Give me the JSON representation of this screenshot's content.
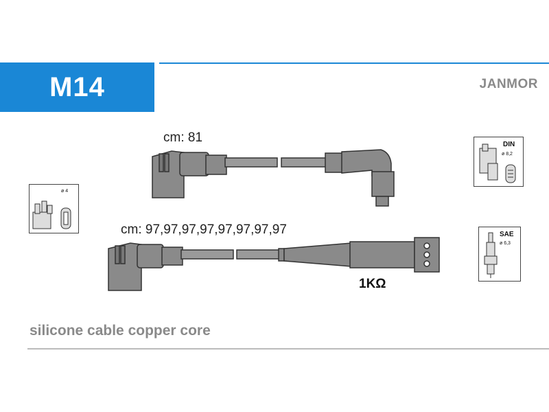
{
  "header": {
    "model": "M14",
    "brand": "JANMOR"
  },
  "cables": [
    {
      "length_label": "cm: 81"
    },
    {
      "length_label": "cm: 97,97,97,97,97,97,97,97",
      "resistance": "1KΩ"
    }
  ],
  "connectors": {
    "distributor": {
      "size": "ø 4"
    },
    "coil": {
      "standard": "DIN",
      "size": "ø 8,2"
    },
    "spark_plug": {
      "standard": "SAE",
      "size": "ø 6,3"
    }
  },
  "footer": {
    "text": "silicone cable copper core"
  },
  "colors": {
    "accent": "#1a87d6",
    "cable": "#7a7a7a",
    "outline": "#333333",
    "muted_text": "#8a8a8a"
  }
}
